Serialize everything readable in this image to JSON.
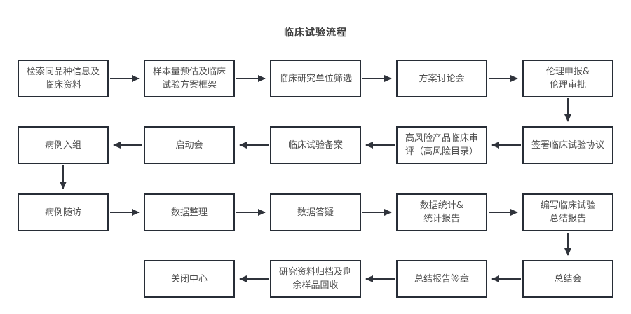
{
  "title": "临床试验流程",
  "colors": {
    "background": "#ffffff",
    "box_fill": "#ffffff",
    "box_border": "#272d36",
    "box_text": "#4f4f4f",
    "title_text": "#3a3a3a",
    "arrow": "#2f333b"
  },
  "nodes": [
    {
      "id": "n1",
      "label": "检索同品种信息及\n临床资料"
    },
    {
      "id": "n2",
      "label": "样本量预估及临床\n试验方案框架"
    },
    {
      "id": "n3",
      "label": "临床研究单位筛选"
    },
    {
      "id": "n4",
      "label": "方案讨论会"
    },
    {
      "id": "n5",
      "label": "伦理申报&\n伦理审批"
    },
    {
      "id": "n6",
      "label": "签署临床试验协议"
    },
    {
      "id": "n7",
      "label": "高风险产品临床审\n评（高风险目录）"
    },
    {
      "id": "n8",
      "label": "临床试验备案"
    },
    {
      "id": "n9",
      "label": "启动会"
    },
    {
      "id": "n10",
      "label": "病例入组"
    },
    {
      "id": "n11",
      "label": "病例随访"
    },
    {
      "id": "n12",
      "label": "数据整理"
    },
    {
      "id": "n13",
      "label": "数据答疑"
    },
    {
      "id": "n14",
      "label": "数据统计&\n统计报告"
    },
    {
      "id": "n15",
      "label": "编写临床试验\n总结报告"
    },
    {
      "id": "n16",
      "label": "总结会"
    },
    {
      "id": "n17",
      "label": "总结报告签章"
    },
    {
      "id": "n18",
      "label": "研究资料归档及剩\n余样品回收"
    },
    {
      "id": "n19",
      "label": "关闭中心"
    }
  ],
  "edges": [
    [
      "n1",
      "n2"
    ],
    [
      "n2",
      "n3"
    ],
    [
      "n3",
      "n4"
    ],
    [
      "n4",
      "n5"
    ],
    [
      "n5",
      "n6"
    ],
    [
      "n6",
      "n7"
    ],
    [
      "n7",
      "n8"
    ],
    [
      "n8",
      "n9"
    ],
    [
      "n9",
      "n10"
    ],
    [
      "n10",
      "n11"
    ],
    [
      "n11",
      "n12"
    ],
    [
      "n12",
      "n13"
    ],
    [
      "n13",
      "n14"
    ],
    [
      "n14",
      "n15"
    ],
    [
      "n15",
      "n16"
    ],
    [
      "n16",
      "n17"
    ],
    [
      "n17",
      "n18"
    ],
    [
      "n18",
      "n19"
    ]
  ]
}
